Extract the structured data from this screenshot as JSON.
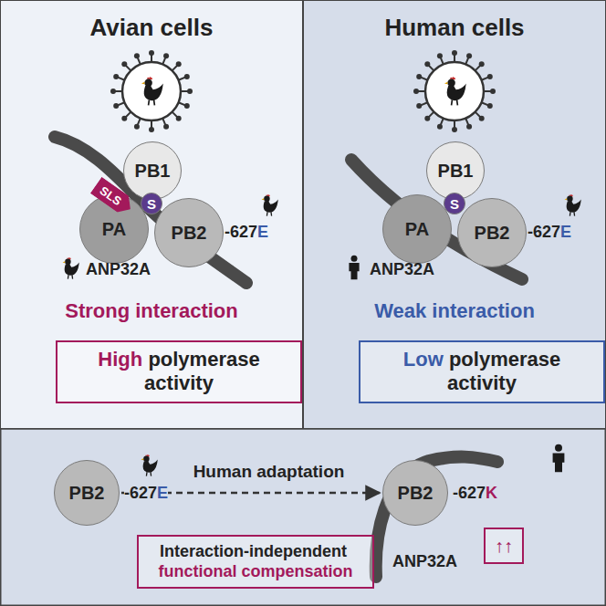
{
  "diagram": {
    "nodes": [
      {
        "text": [
          "Avian cells"
        ]
      },
      {
        "text": [
          "PB1"
        ],
        "in": 0
      },
      {
        "text": [
          "PA"
        ],
        "in": 0
      },
      {
        "text": [
          "PB2"
        ],
        "in": 0
      },
      {
        "text": [
          "S"
        ],
        "in": 0
      },
      {
        "text": [
          "SLS"
        ],
        "in": 0
      },
      {
        "text": [
          "High",
          "polymerase activity"
        ],
        "in": 0
      },
      {
        "text": [
          "Human cells"
        ]
      },
      {
        "text": [
          "PB1"
        ],
        "in": 7
      },
      {
        "text": [
          "PA"
        ],
        "in": 7
      },
      {
        "text": [
          "PB2"
        ],
        "in": 7
      },
      {
        "text": [
          "S"
        ],
        "in": 7
      },
      {
        "text": [
          "Low",
          "polymerase activity"
        ],
        "in": 7
      },
      {
        "text": [
          "PB2"
        ]
      },
      {
        "text": [
          "PB2"
        ]
      },
      {
        "text": [
          "Interaction-independent",
          "functional compensation"
        ]
      },
      {
        "text": [
          "↑↑"
        ]
      }
    ],
    "edges": [
      {
        "from": 13,
        "to": 14,
        "label": "Human adaptation",
        "arrow": "to"
      }
    ],
    "labels": [
      "-627",
      "E",
      "ANP32A",
      "Strong interaction",
      "-627",
      "E",
      "ANP32A",
      "Weak interaction",
      "-627",
      "E",
      "ANP32A",
      "-627",
      "K"
    ]
  }
}
